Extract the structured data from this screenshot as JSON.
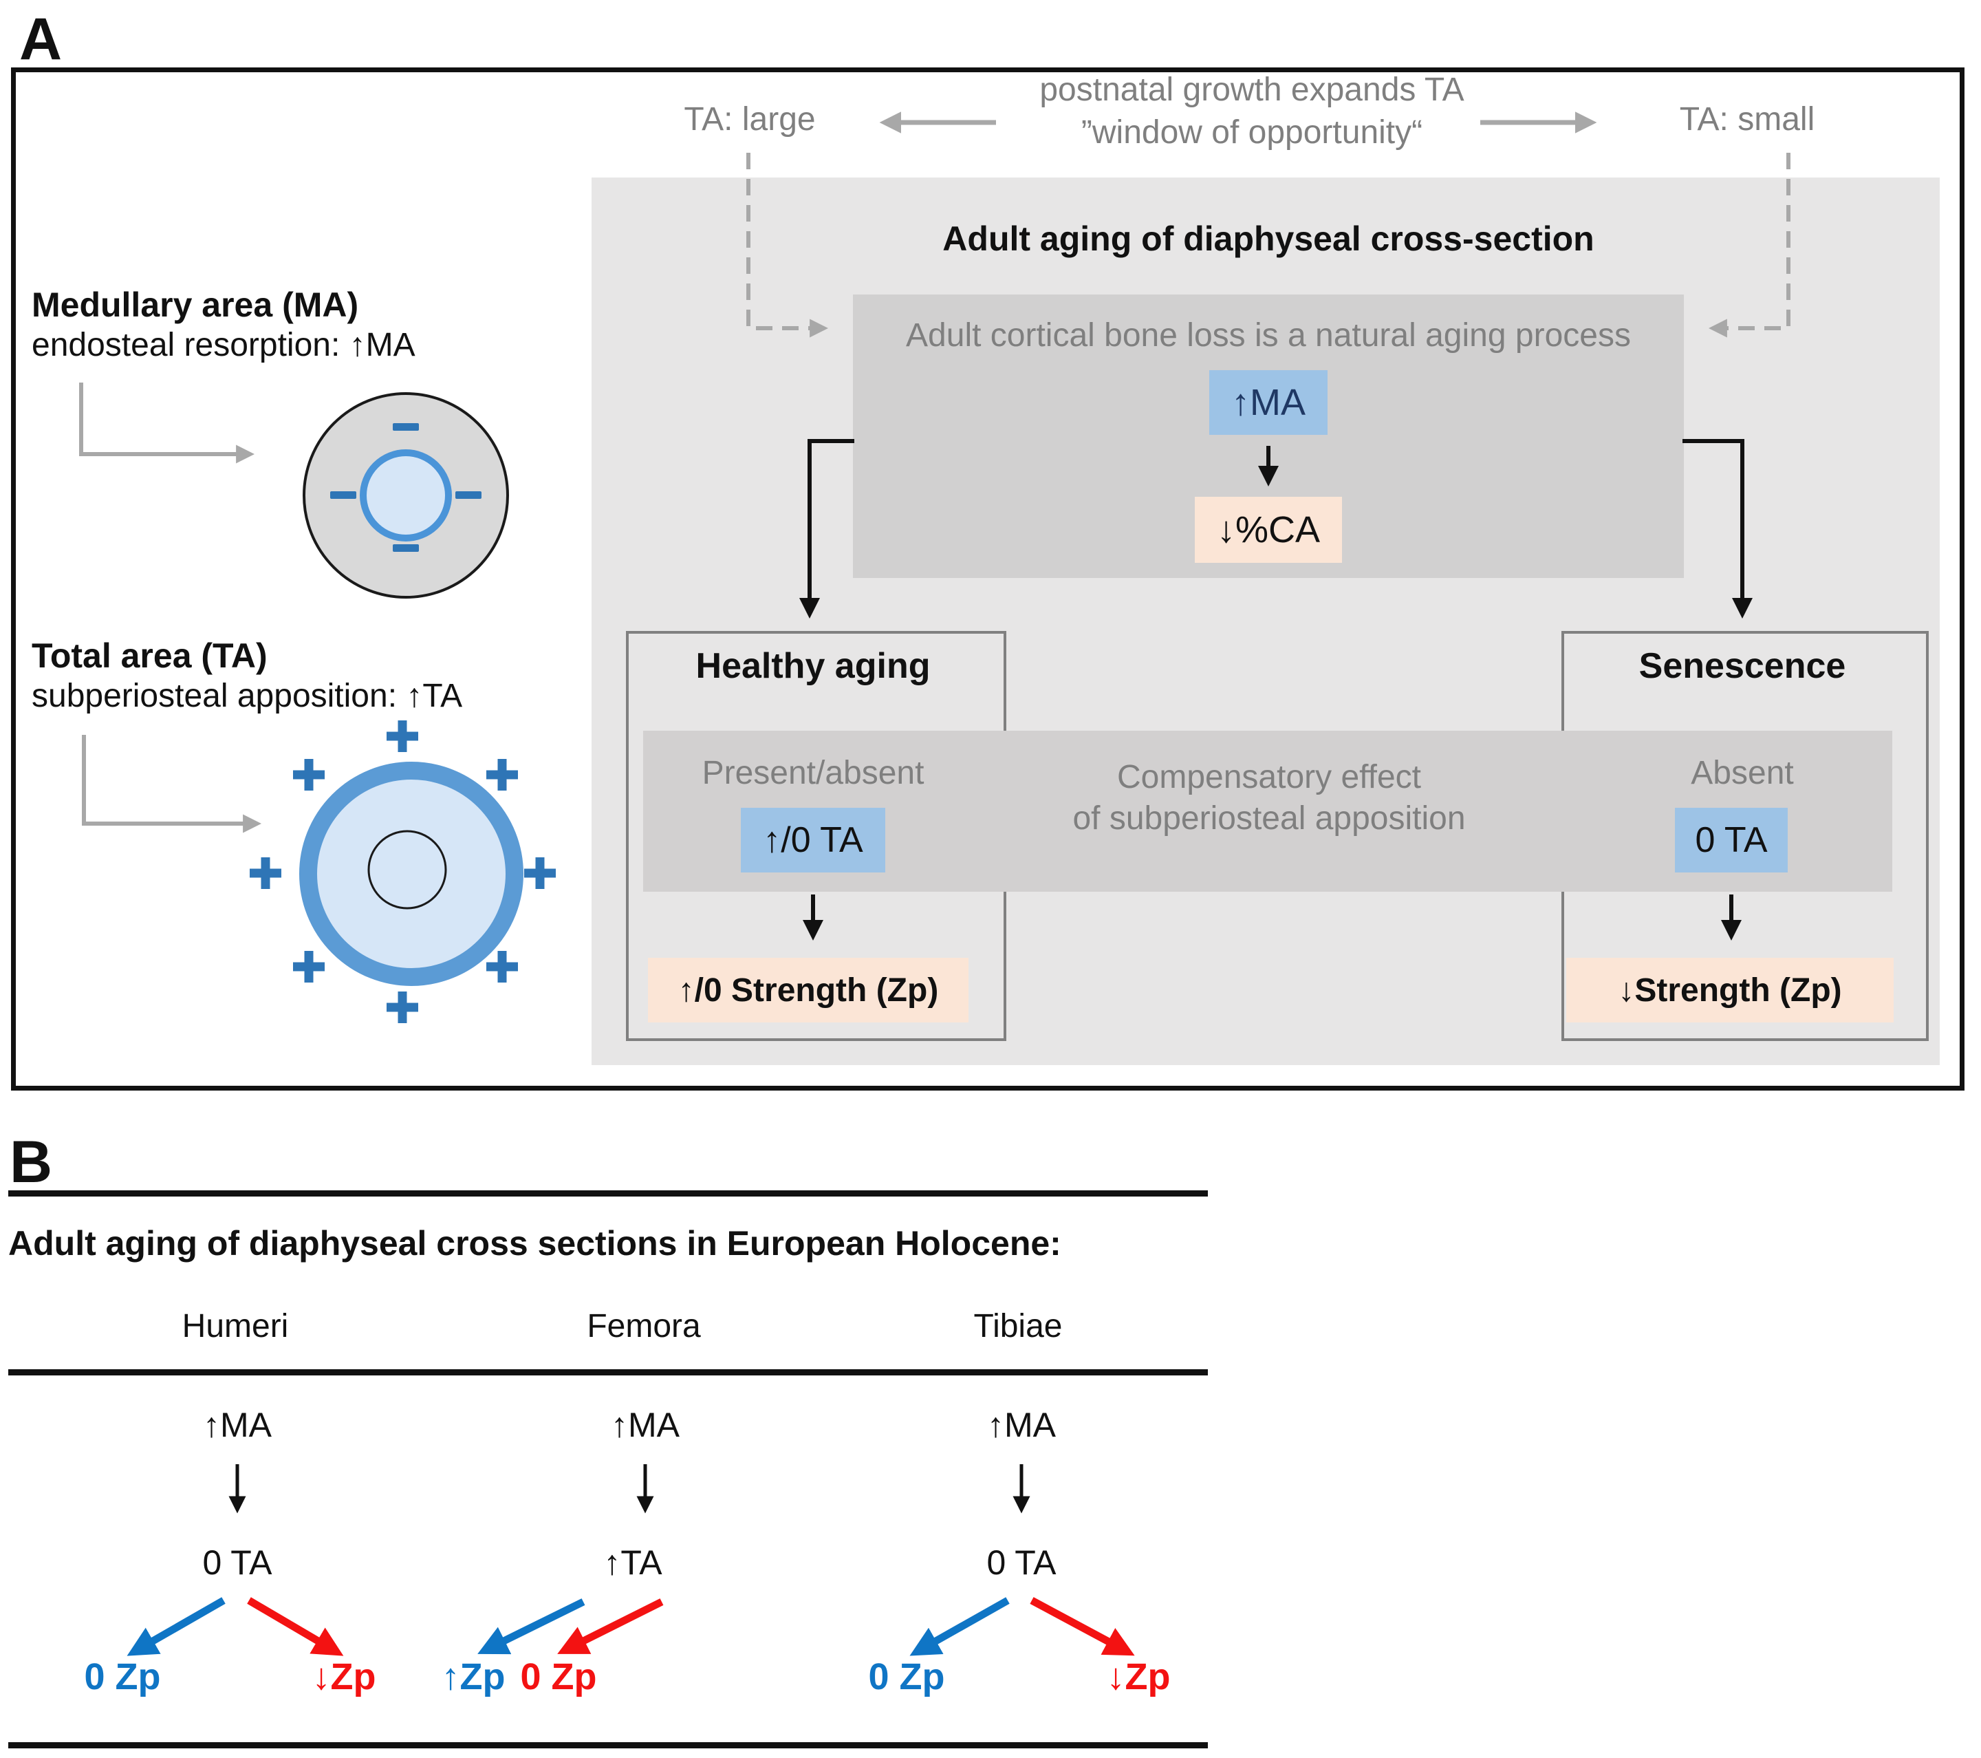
{
  "panel_a": {
    "label": "A",
    "growth_note_line1": "postnatal growth expands TA",
    "growth_note_line2": "”window of opportunity“",
    "ta_large": "TA: large",
    "ta_small": "TA: small",
    "section_title": "Adult aging of diaphyseal cross-section",
    "cortical_note": "Adult cortical bone loss is a natural aging process",
    "ma_chip": "↑MA",
    "ca_chip": "↓%CA",
    "medullary_title": "Medullary area (MA)",
    "medullary_subtitle": "endosteal resorption: ↑MA",
    "total_title": "Total area (TA)",
    "total_subtitle": "subperiosteal apposition: ↑TA",
    "band_line1": "Compensatory effect",
    "band_line2": "of subperiosteal apposition",
    "healthy": {
      "title": "Healthy aging",
      "status": "Present/absent",
      "ta_chip": "↑/0 TA",
      "strength_chip": "↑/0 Strength (Zp)"
    },
    "senescence": {
      "title": "Senescence",
      "status": "Absent",
      "ta_chip": "0 TA",
      "strength_chip": "↓Strength (Zp)"
    }
  },
  "panel_b": {
    "label": "B",
    "title": "Adult aging of diaphyseal cross sections in European Holocene:",
    "columns": [
      {
        "name": "Humeri",
        "ma": "↑MA",
        "ta": "0 TA",
        "outcomes": [
          {
            "label": "0 Zp",
            "color": "blue"
          },
          {
            "label": "↓Zp",
            "color": "red"
          }
        ]
      },
      {
        "name": "Femora",
        "ma": "↑MA",
        "ta": "↑TA",
        "outcomes": [
          {
            "label": "↑Zp",
            "color": "blue"
          },
          {
            "label": "0 Zp",
            "color": "red"
          }
        ]
      },
      {
        "name": "Tibiae",
        "ma": "↑MA",
        "ta": "0 TA",
        "outcomes": [
          {
            "label": "0 Zp",
            "color": "blue"
          },
          {
            "label": "↓Zp",
            "color": "red"
          }
        ]
      }
    ]
  },
  "colors": {
    "accent_blue": "#0f75c5",
    "accent_red": "#f31212",
    "chip_blue": "#9dc3e6",
    "chip_pink": "#fbe5d6",
    "navy_text": "#1f3864",
    "panel_gray": "#e7e6e6",
    "band_gray": "#d2d0d0",
    "gray_text": "#7f7f7f",
    "arrow_gray": "#a8a8a8",
    "plus_minus_blue": "#2e75b6",
    "ring_blue": "#5b9bd5"
  }
}
